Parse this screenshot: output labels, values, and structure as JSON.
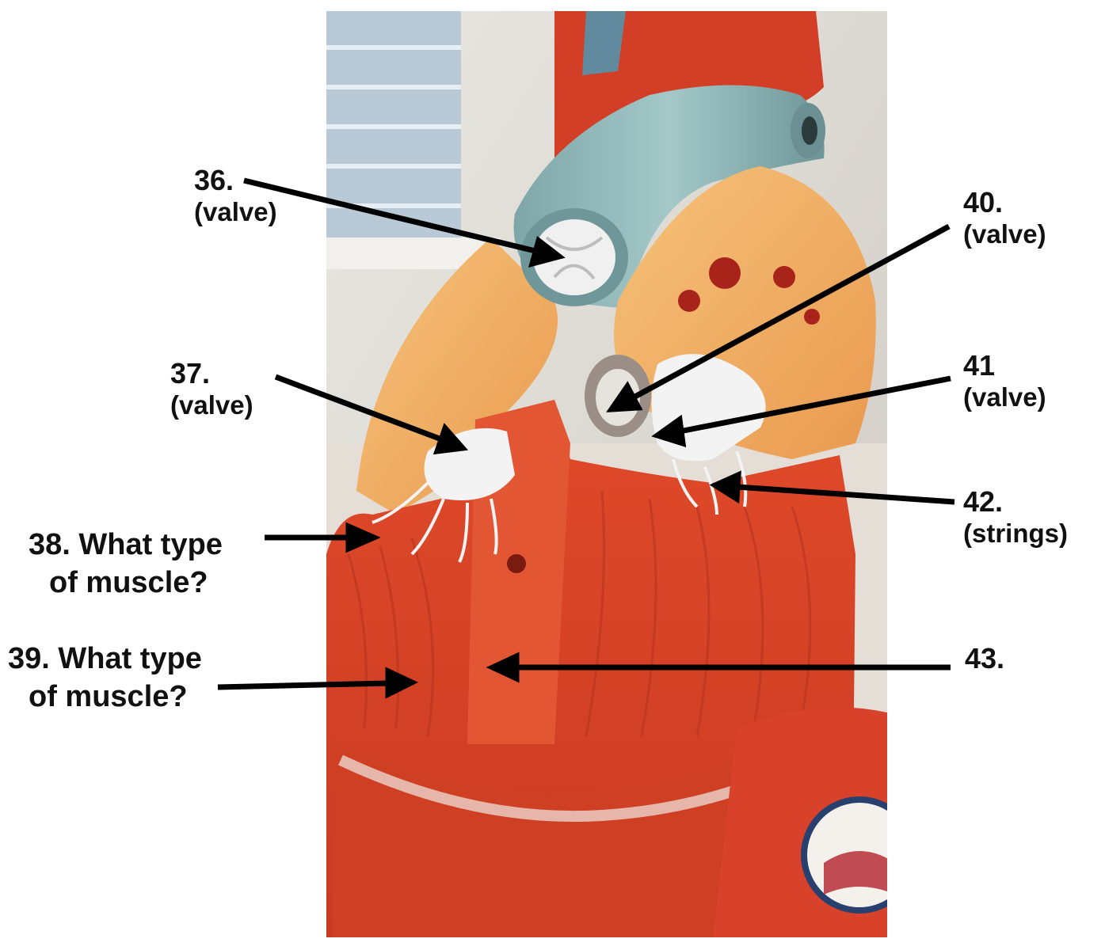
{
  "colors": {
    "background": "#ffffff",
    "label_text": "#111111",
    "arrow": "#000000",
    "myocardium": "#d9452a",
    "fat_yellow": "#f2b266",
    "pulmonary_blue": "#8fb6b6",
    "valve_white": "#f2f2f2"
  },
  "labels": {
    "l36": {
      "number": "36.",
      "note": "(valve)"
    },
    "l37": {
      "number": "37.",
      "note": "(valve)"
    },
    "l38": {
      "line1": "38. What type",
      "line2": "of muscle?"
    },
    "l39": {
      "line1": "39. What type",
      "line2": "of muscle?"
    },
    "l40": {
      "number": "40.",
      "note": "(valve)"
    },
    "l41": {
      "number": "41",
      "note": "(valve)"
    },
    "l42": {
      "number": "42.",
      "note": "(strings)"
    },
    "l43": {
      "number": "43."
    }
  }
}
